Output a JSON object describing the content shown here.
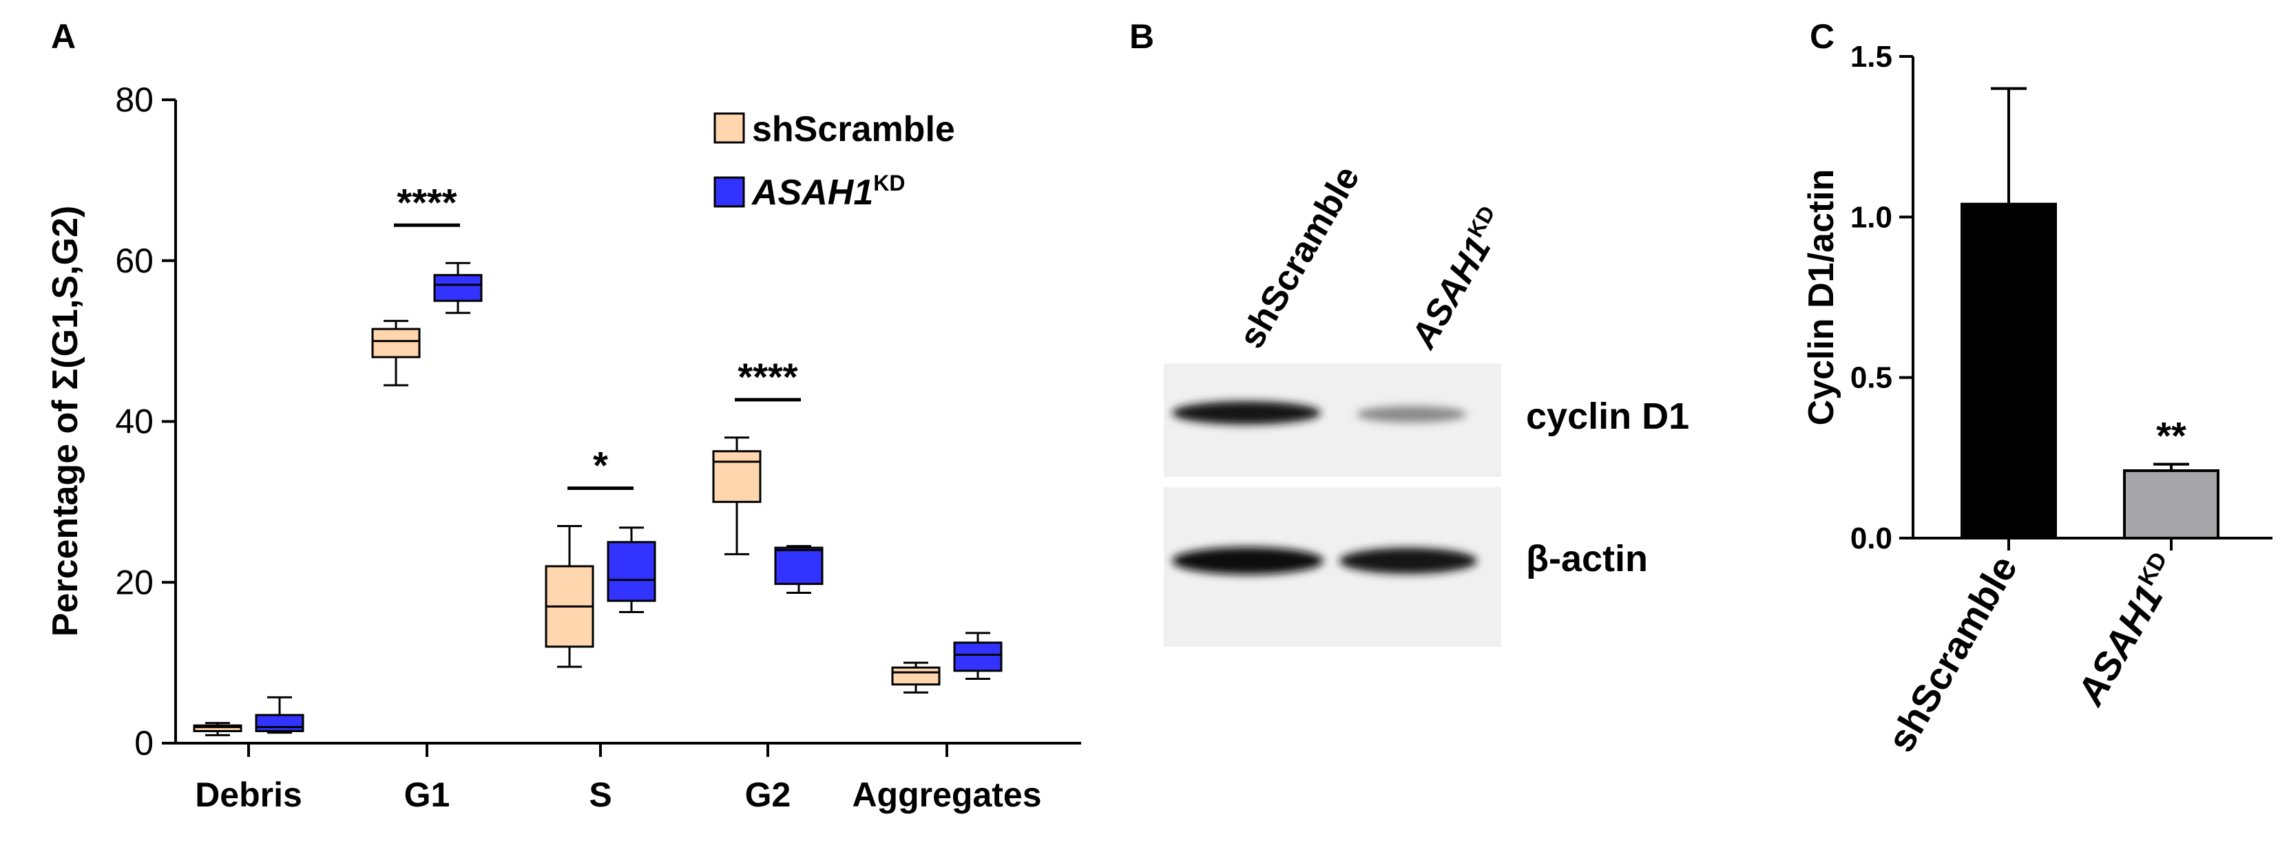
{
  "panels": {
    "a": "A",
    "b": "B",
    "c": "C"
  },
  "colors": {
    "shScramble": "#ffd6ad",
    "asah1": "#3333ff",
    "bar1": "#000000",
    "bar2": "#a6a6a8"
  },
  "chart_data": [
    {
      "type": "box",
      "panel": "A",
      "ylabel": "Percentage of Σ(G1,S,G2)",
      "ylim": [
        0,
        80
      ],
      "yticks": [
        "0",
        "20",
        "40",
        "60",
        "80"
      ],
      "categories": [
        "Debris",
        "G1",
        "S",
        "G2",
        "Aggregates"
      ],
      "legend_position": "top-right",
      "series": [
        {
          "name": "shScramble",
          "color_key": "shScramble",
          "boxes": [
            {
              "min": 1.0,
              "q1": 1.5,
              "median": 2.0,
              "q3": 2.2,
              "max": 2.5
            },
            {
              "min": 44.5,
              "q1": 48.0,
              "median": 50.0,
              "q3": 51.5,
              "max": 52.5
            },
            {
              "min": 9.5,
              "q1": 12.0,
              "median": 17.0,
              "q3": 22.0,
              "max": 27.0
            },
            {
              "min": 23.5,
              "q1": 30.0,
              "median": 35.0,
              "q3": 36.3,
              "max": 38.0
            },
            {
              "min": 6.3,
              "q1": 7.3,
              "median": 8.8,
              "q3": 9.4,
              "max": 10.0
            }
          ]
        },
        {
          "name_main": "ASAH1",
          "name_sup": "KD",
          "color_key": "asah1",
          "boxes": [
            {
              "min": 1.3,
              "q1": 1.5,
              "median": 2.0,
              "q3": 3.5,
              "max": 5.7
            },
            {
              "min": 53.5,
              "q1": 55.0,
              "median": 57.0,
              "q3": 58.2,
              "max": 59.7
            },
            {
              "min": 16.3,
              "q1": 17.7,
              "median": 20.3,
              "q3": 25.0,
              "max": 26.8
            },
            {
              "min": 18.7,
              "q1": 19.8,
              "median": 24.0,
              "q3": 24.3,
              "max": 24.5
            },
            {
              "min": 8.0,
              "q1": 9.0,
              "median": 11.0,
              "q3": 12.5,
              "max": 13.7
            }
          ]
        }
      ],
      "significance": [
        {
          "category": "G1",
          "label": "****"
        },
        {
          "category": "S",
          "label": "*"
        },
        {
          "category": "G2",
          "label": "****"
        }
      ]
    },
    {
      "type": "bar",
      "panel": "C",
      "ylabel": "Cyclin D1/actin",
      "ylim": [
        0,
        1.5
      ],
      "yticks": [
        "0.0",
        "0.5",
        "1.0",
        "1.5"
      ],
      "categories": [
        {
          "main": "shScramble",
          "sup": ""
        },
        {
          "main": "ASAH1",
          "sup": "KD"
        }
      ],
      "values": [
        1.04,
        0.21
      ],
      "errors": [
        0.36,
        0.02
      ],
      "bar_colors": [
        "bar1",
        "bar2"
      ],
      "significance": [
        {
          "index": 1,
          "label": "**"
        }
      ]
    }
  ],
  "blot": {
    "lanes": [
      {
        "main": "shScramble",
        "sup": ""
      },
      {
        "main": "ASAH1",
        "sup": "KD"
      }
    ],
    "rows": [
      {
        "label": "cyclin D1",
        "intensities": [
          1.0,
          0.35
        ]
      },
      {
        "label": "β-actin",
        "intensities": [
          1.0,
          0.95
        ]
      }
    ]
  }
}
